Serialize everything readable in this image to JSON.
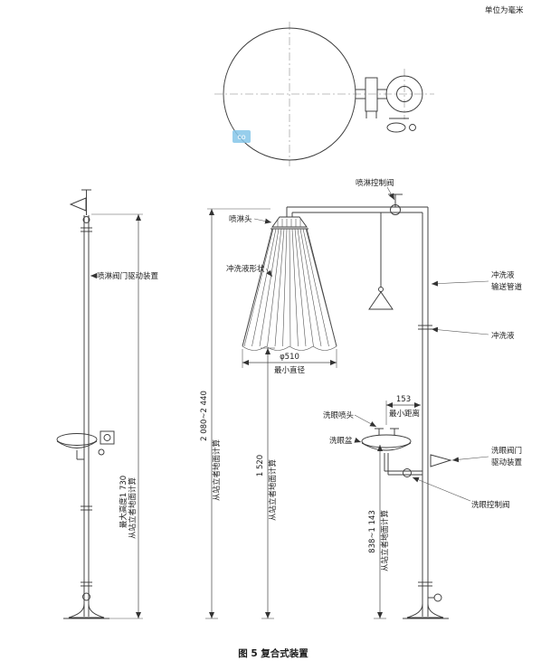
{
  "meta": {
    "units_note": "单位为毫米",
    "caption": "图 5  复合式装置",
    "watermark": "co"
  },
  "colors": {
    "watermark_bg": "#85c6e9"
  },
  "labels": {
    "shower_valve_drive": "喷淋阀门驱动装置",
    "shower_head": "喷淋头",
    "spray_shape": "冲洗液形状",
    "shower_control_valve": "喷淋控制阀",
    "flush_pipe_line1": "冲洗液",
    "flush_pipe_line2": "输送管道",
    "flush_liquid": "冲洗液",
    "eyewash_nozzle": "洗眼喷头",
    "eyewash_bowl": "洗眼盆",
    "eyewash_valve_drive_line1": "洗眼阀门",
    "eyewash_valve_drive_line2": "驱动装置",
    "eyewash_control_valve": "洗眼控制阀"
  },
  "dimensions": {
    "left_max_height": "最大高度1 730",
    "from_floor_note": "从站立者地面计算",
    "shower_height_range": "2 080~2 440",
    "spray_bottom_height": "1 520",
    "min_diameter_value": "φ510",
    "min_diameter_label": "最小直径",
    "min_distance_value": "153",
    "min_distance_label": "最小距离",
    "eyewash_height_range": "838~1 143"
  }
}
